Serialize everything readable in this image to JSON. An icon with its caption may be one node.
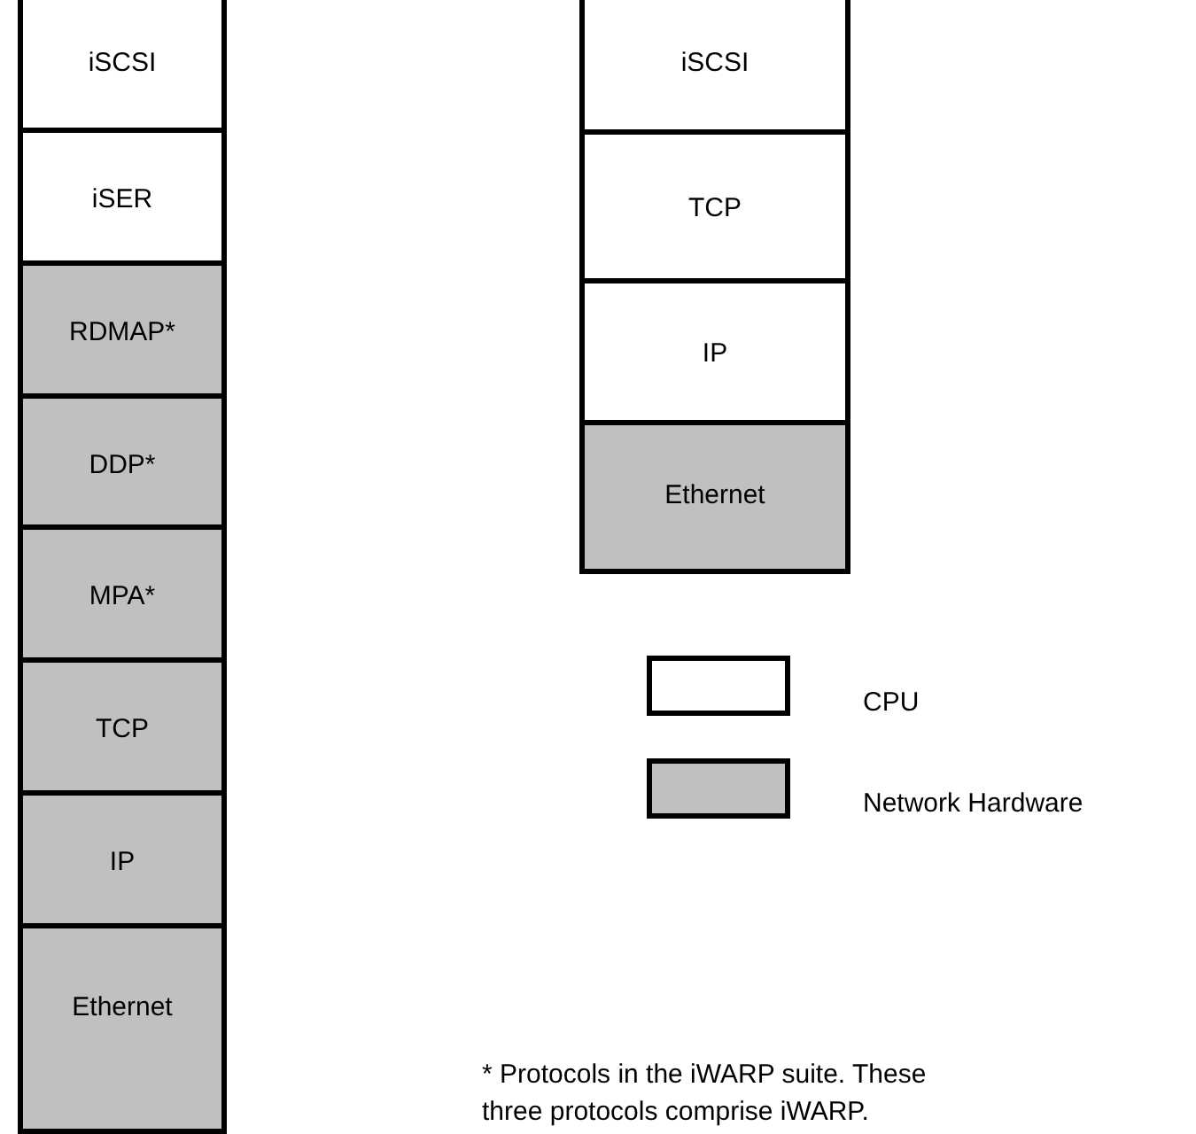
{
  "diagram": {
    "nodes": [
      {
        "text": [
          "iSCSI"
        ]
      },
      {
        "text": [
          "iSCSI"
        ]
      },
      {
        "text": [
          "iSER"
        ]
      },
      {
        "text": [
          "TCP"
        ]
      },
      {
        "text": [
          "RDMAP*"
        ]
      },
      {
        "text": [
          "IP"
        ]
      },
      {
        "text": [
          "DDP*"
        ]
      },
      {
        "text": [
          "Ethernet"
        ]
      },
      {
        "text": [
          "MPA*"
        ]
      },
      {
        "text": [
          "TCP"
        ]
      },
      {
        "text": [
          "IP"
        ]
      },
      {
        "text": [
          "Ethernet"
        ]
      }
    ],
    "labels": [
      "* Protocols in the iWARP suite.  These three protocols comprise iWARP."
    ],
    "legend": [
      {
        "text": "CPU",
        "color": "#ffffff"
      },
      {
        "text": "Network Hardware",
        "color": "#c0c0c0"
      }
    ]
  }
}
